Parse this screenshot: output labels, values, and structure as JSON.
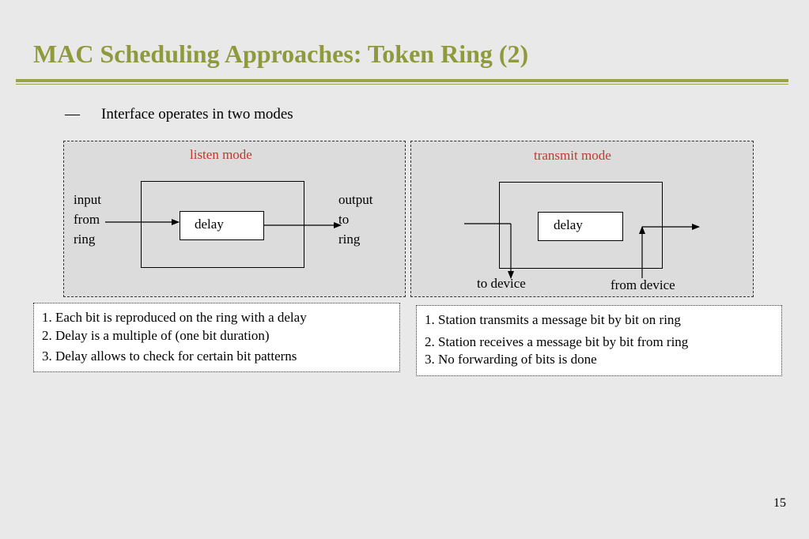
{
  "slide": {
    "title": "MAC Scheduling Approaches: Token Ring (2)",
    "bullet_dash": "—",
    "bullet": "Interface operates in two modes",
    "page_number": "15"
  },
  "listen_mode": {
    "label": "listen mode",
    "delay": "delay",
    "input": [
      "input",
      "from",
      "ring"
    ],
    "output": [
      "output",
      "to",
      "ring"
    ],
    "notes": [
      "1. Each bit is reproduced on the ring with a delay",
      "2. Delay is a multiple of (one bit duration)",
      "3. Delay allows to check for certain bit patterns"
    ]
  },
  "transmit_mode": {
    "label": "transmit mode",
    "delay": "delay",
    "to_device": "to device",
    "from_device": "from device",
    "notes": [
      "1. Station transmits a message bit by bit on ring",
      "2. Station receives a message bit by bit from ring",
      "3. No forwarding of bits is done"
    ]
  },
  "colors": {
    "title": "#8f9a3c",
    "mode_label": "#c0392b"
  }
}
